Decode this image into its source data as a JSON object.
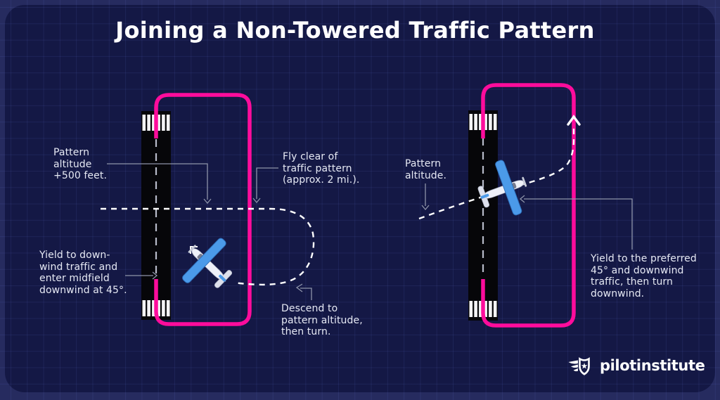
{
  "title": "Joining a Non-Towered Traffic Pattern",
  "left_diagram": {
    "labels": {
      "pattern_altitude": "Pattern\naltitude\n+500 feet.",
      "fly_clear": "Fly clear of\ntraffic pattern\n(approx. 2 mi.).",
      "yield_downwind": "Yield to down-\nwind traffic and\nenter midfield\ndownwind at 45°.",
      "descend": "Descend to\npattern altitude,\nthen turn."
    }
  },
  "right_diagram": {
    "labels": {
      "pattern_altitude": "Pattern\naltitude.",
      "yield_preferred": "Yield to the preferred\n45° and downwind\ntraffic, then turn\ndownwind."
    }
  },
  "logo": {
    "text": "pilotinstitute",
    "star_glyph": "★"
  },
  "colors": {
    "outer_bg": "#262b5f",
    "panel_bg": "#141845",
    "grid_line": "rgba(110,130,235,0.11)",
    "pattern_pink": "#fe0c9c",
    "plane_blue": "#4b9ae9",
    "runway_black": "#060609",
    "label_text": "#e6e9f4",
    "connector_gray": "#8e94a9",
    "centerline_gray": "#b7bbc9",
    "path_white": "#ffffff",
    "title_white": "#ffffff"
  }
}
